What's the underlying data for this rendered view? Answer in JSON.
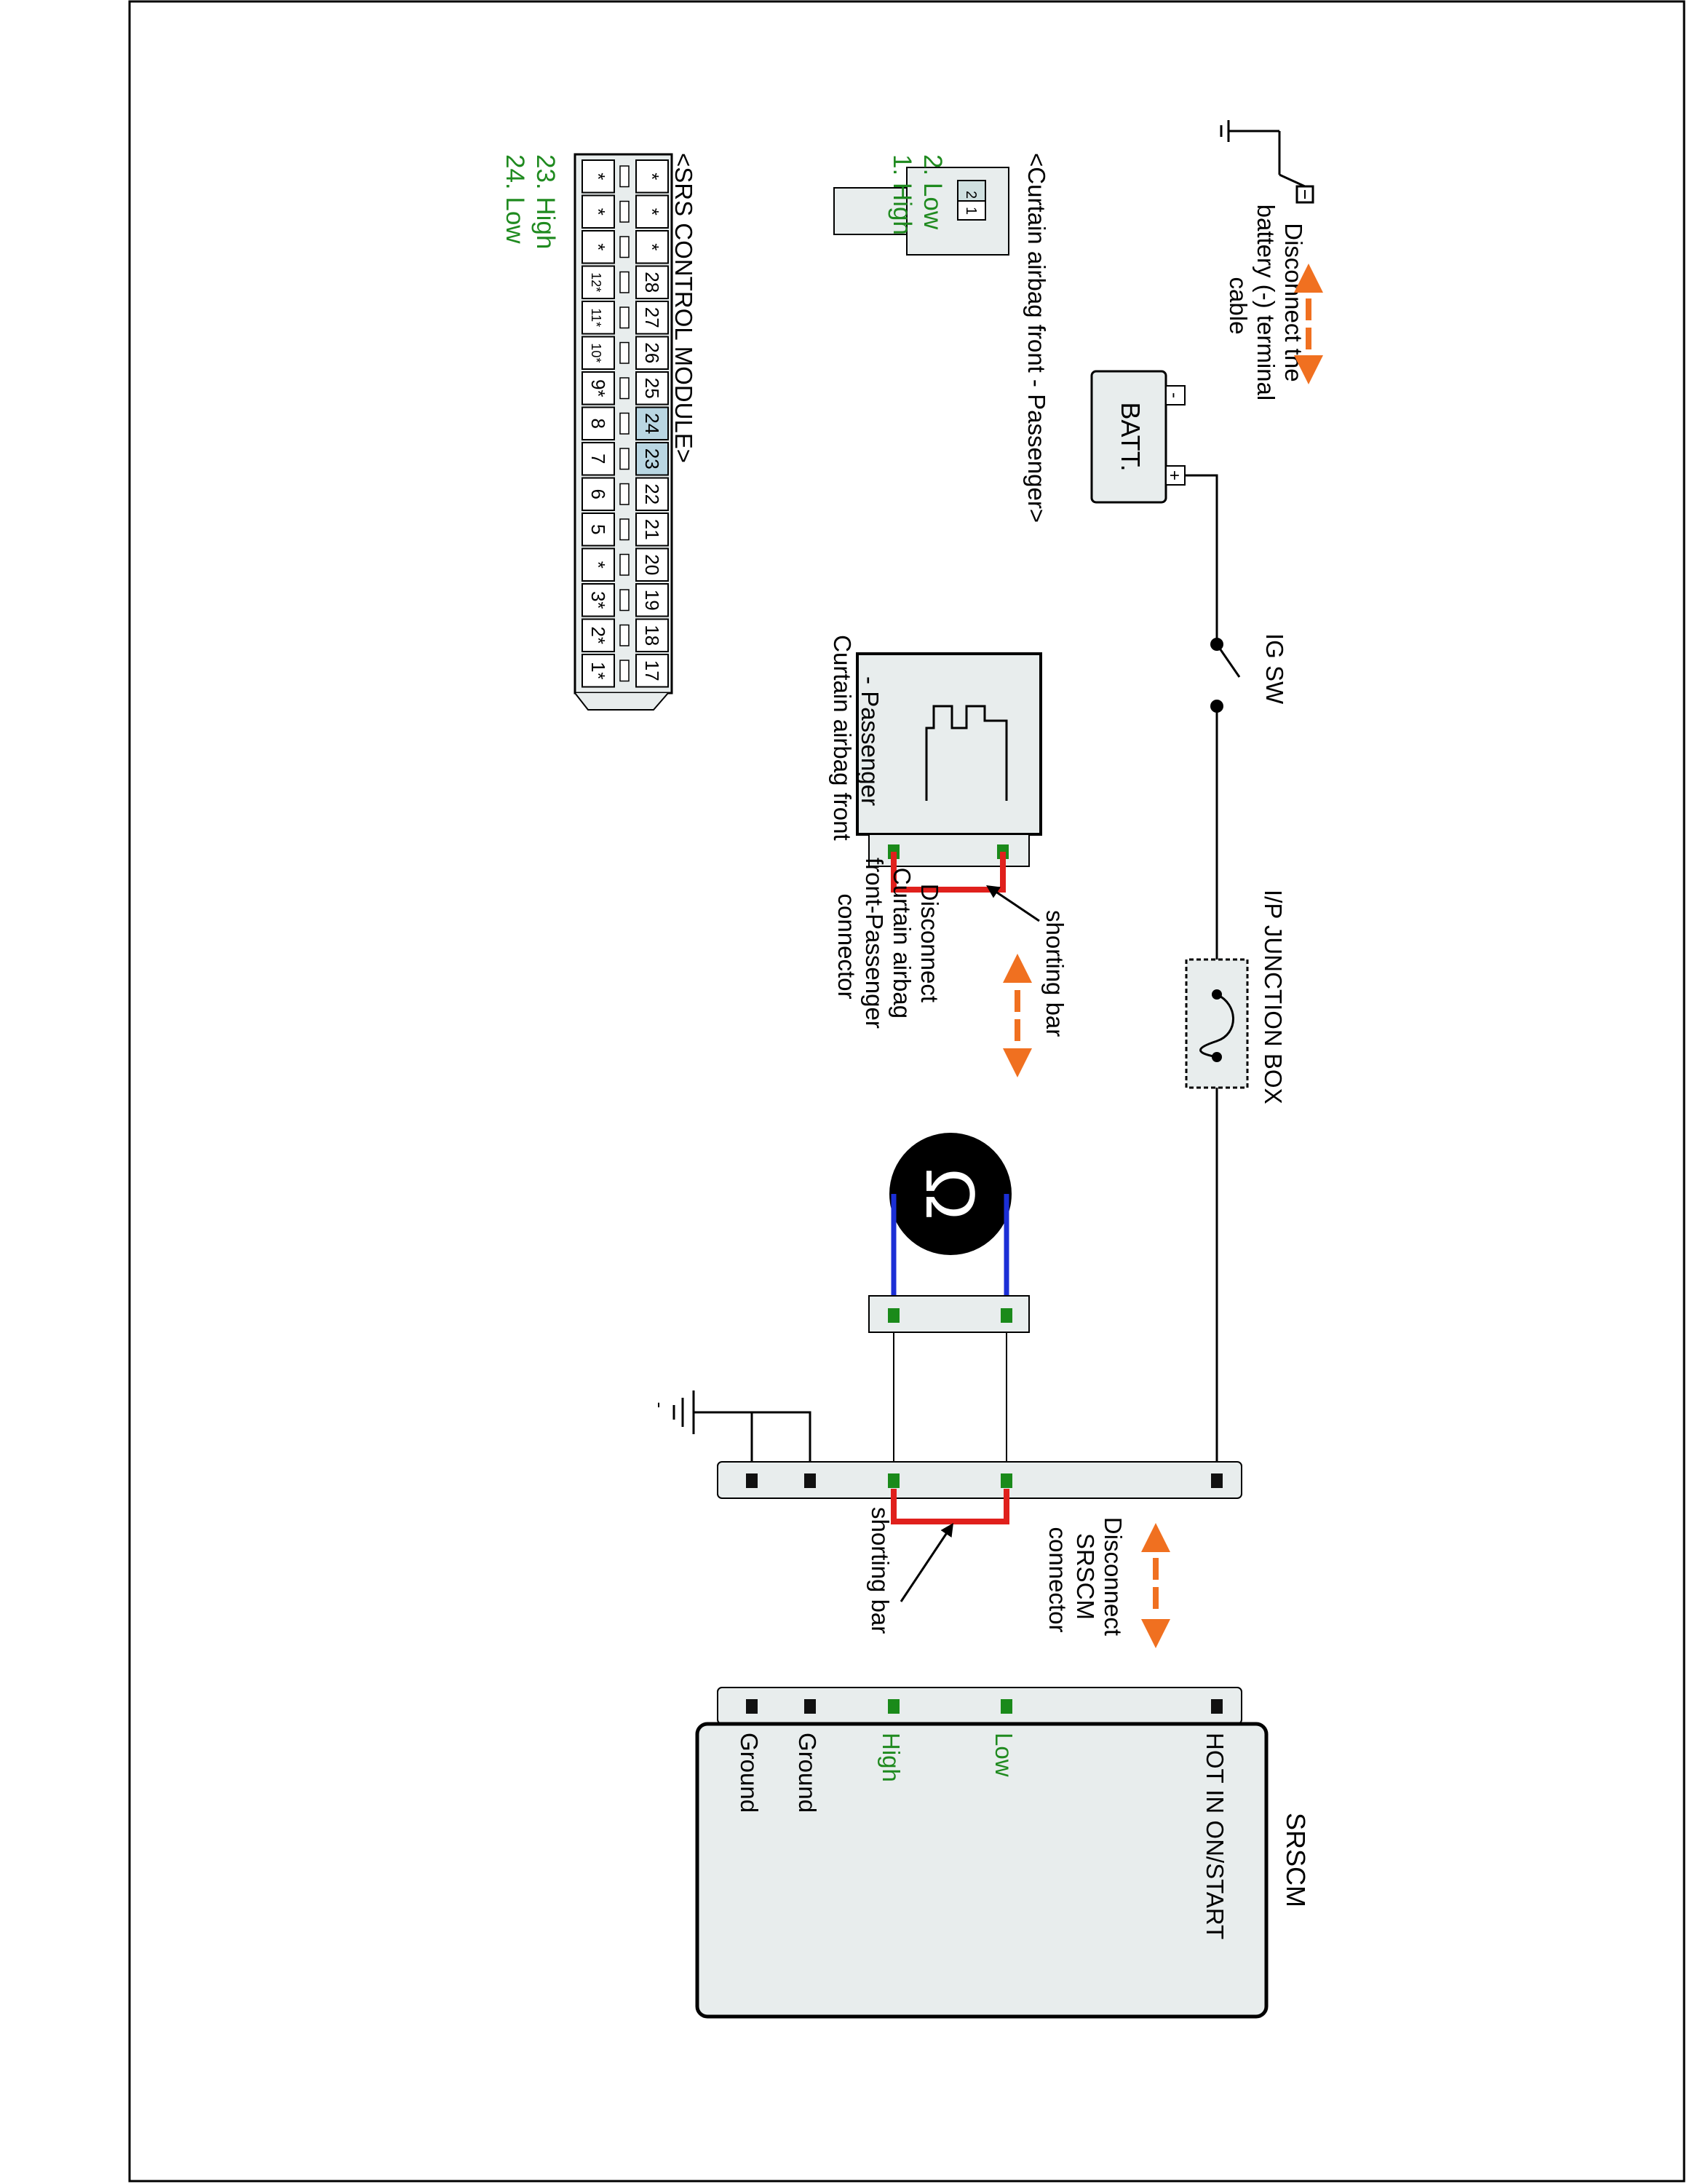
{
  "labels": {
    "disconnect_battery": [
      "Disconnect the",
      "battery (-) terminal",
      "cable"
    ],
    "batt": "BATT.",
    "batt_minus": "-",
    "batt_plus": "+",
    "ground_minus": "-",
    "ig_sw": "IG SW",
    "ip_junction_box": "I/P JUNCTION BOX",
    "connector_title_curtain": "<Curtain airbag front - Passenger>",
    "curtain_pin_numbers": [
      "2",
      "1"
    ],
    "curtain_pins": [
      "1. High",
      "2. Low"
    ],
    "srs_module_title": "<SRS CONTROL MODULE>",
    "srs_pins": [
      "23. High",
      "24. Low"
    ],
    "curtain_airbag_label": [
      "Curtain airbag front",
      "- Passenger"
    ],
    "shorting_bar": "shorting bar",
    "disconnect_curtain": [
      "Disconnect",
      "Curtain airbag",
      "front-Passenger",
      "connector"
    ],
    "clock_spring_symbol": "Ω",
    "disconnect_srscm": [
      "Disconnect",
      "SRSCM",
      "connector"
    ],
    "srscm_title": "SRSCM",
    "srscm_terminals": [
      "HOT IN ON/START",
      "Low",
      "High",
      "Ground",
      "Ground"
    ]
  },
  "srs_connector": {
    "top_row": [
      "*",
      "*",
      "*",
      "12*",
      "11*",
      "10*",
      "9*",
      "8",
      "7",
      "6",
      "5",
      "*",
      "3*",
      "2*",
      "1*"
    ],
    "bottom_row": [
      "*",
      "*",
      "*",
      "28",
      "27",
      "26",
      "25",
      "24",
      "23",
      "22",
      "21",
      "20",
      "19",
      "18",
      "17"
    ],
    "highlighted": [
      "24",
      "23"
    ]
  },
  "colors": {
    "line": "#000000",
    "green_text": "#1f8a1f",
    "pin_green": "#1a8a1a",
    "pin_black": "#111111",
    "shorting_bar": "#e0201c",
    "clock_spring_wire": "#1b2fd6",
    "arrow": "#f07020",
    "box_fill": "#e8eded",
    "highlight": "#b9d6e2"
  }
}
